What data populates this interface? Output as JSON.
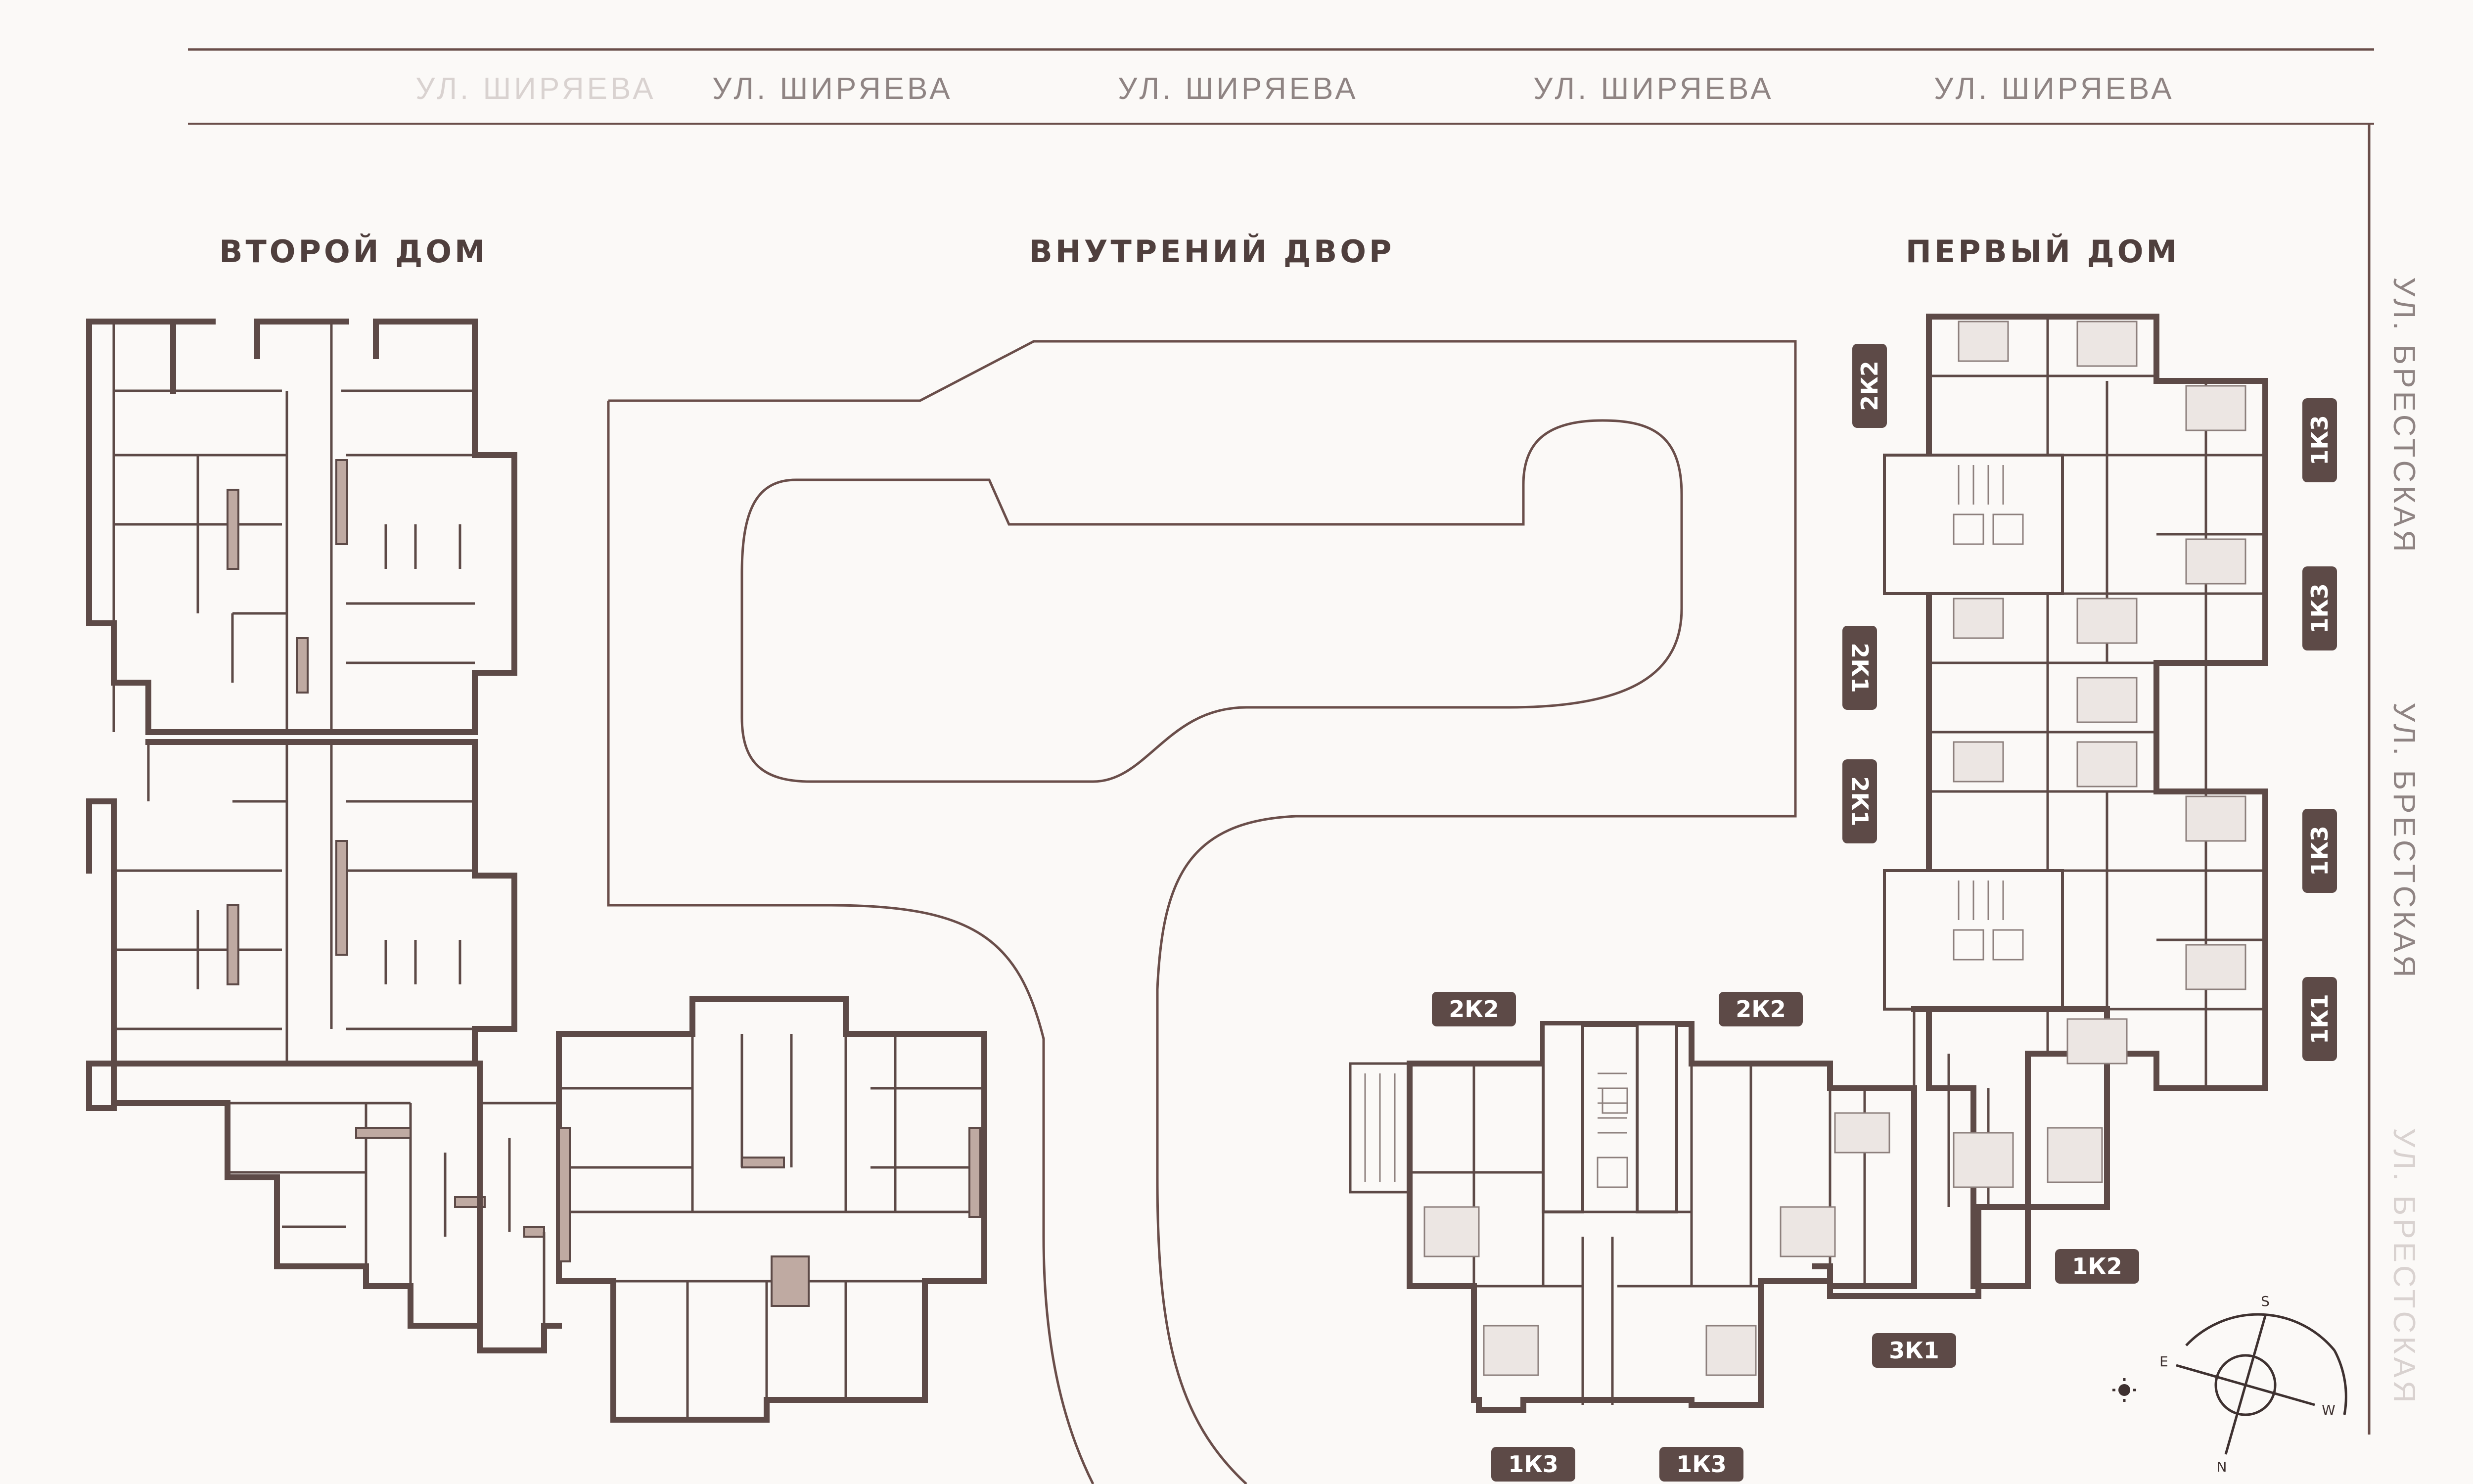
{
  "streets": {
    "top": [
      "УЛ. ШИРЯЕВА",
      "УЛ. ШИРЯЕВА",
      "УЛ. ШИРЯЕВА",
      "УЛ. ШИРЯЕВА",
      "УЛ. ШИРЯЕВА"
    ],
    "right": [
      "УЛ. БРЕСТСКАЯ",
      "УЛ. БРЕСТСКАЯ",
      "УЛ. БРЕСТСКАЯ"
    ]
  },
  "titles": {
    "second_house": "ВТОРОЙ ДОМ",
    "courtyard": "ВНУТРЕНИЙ ДВОР",
    "first_house": "ПЕРВЫЙ ДОМ"
  },
  "apartment_tags": [
    "2К2",
    "1К3",
    "1К3",
    "2К1",
    "2К1",
    "1К3",
    "1К1",
    "2К2",
    "2К2",
    "1К2",
    "3К1",
    "1К3",
    "1К3"
  ],
  "compass": {
    "north": "N",
    "south": "S",
    "east": "E",
    "west": "W"
  },
  "colors": {
    "wall": "#5d4a47",
    "tag": "#5d4a47",
    "highlight": "#bfaaa2",
    "background": "#fbf9f7"
  }
}
